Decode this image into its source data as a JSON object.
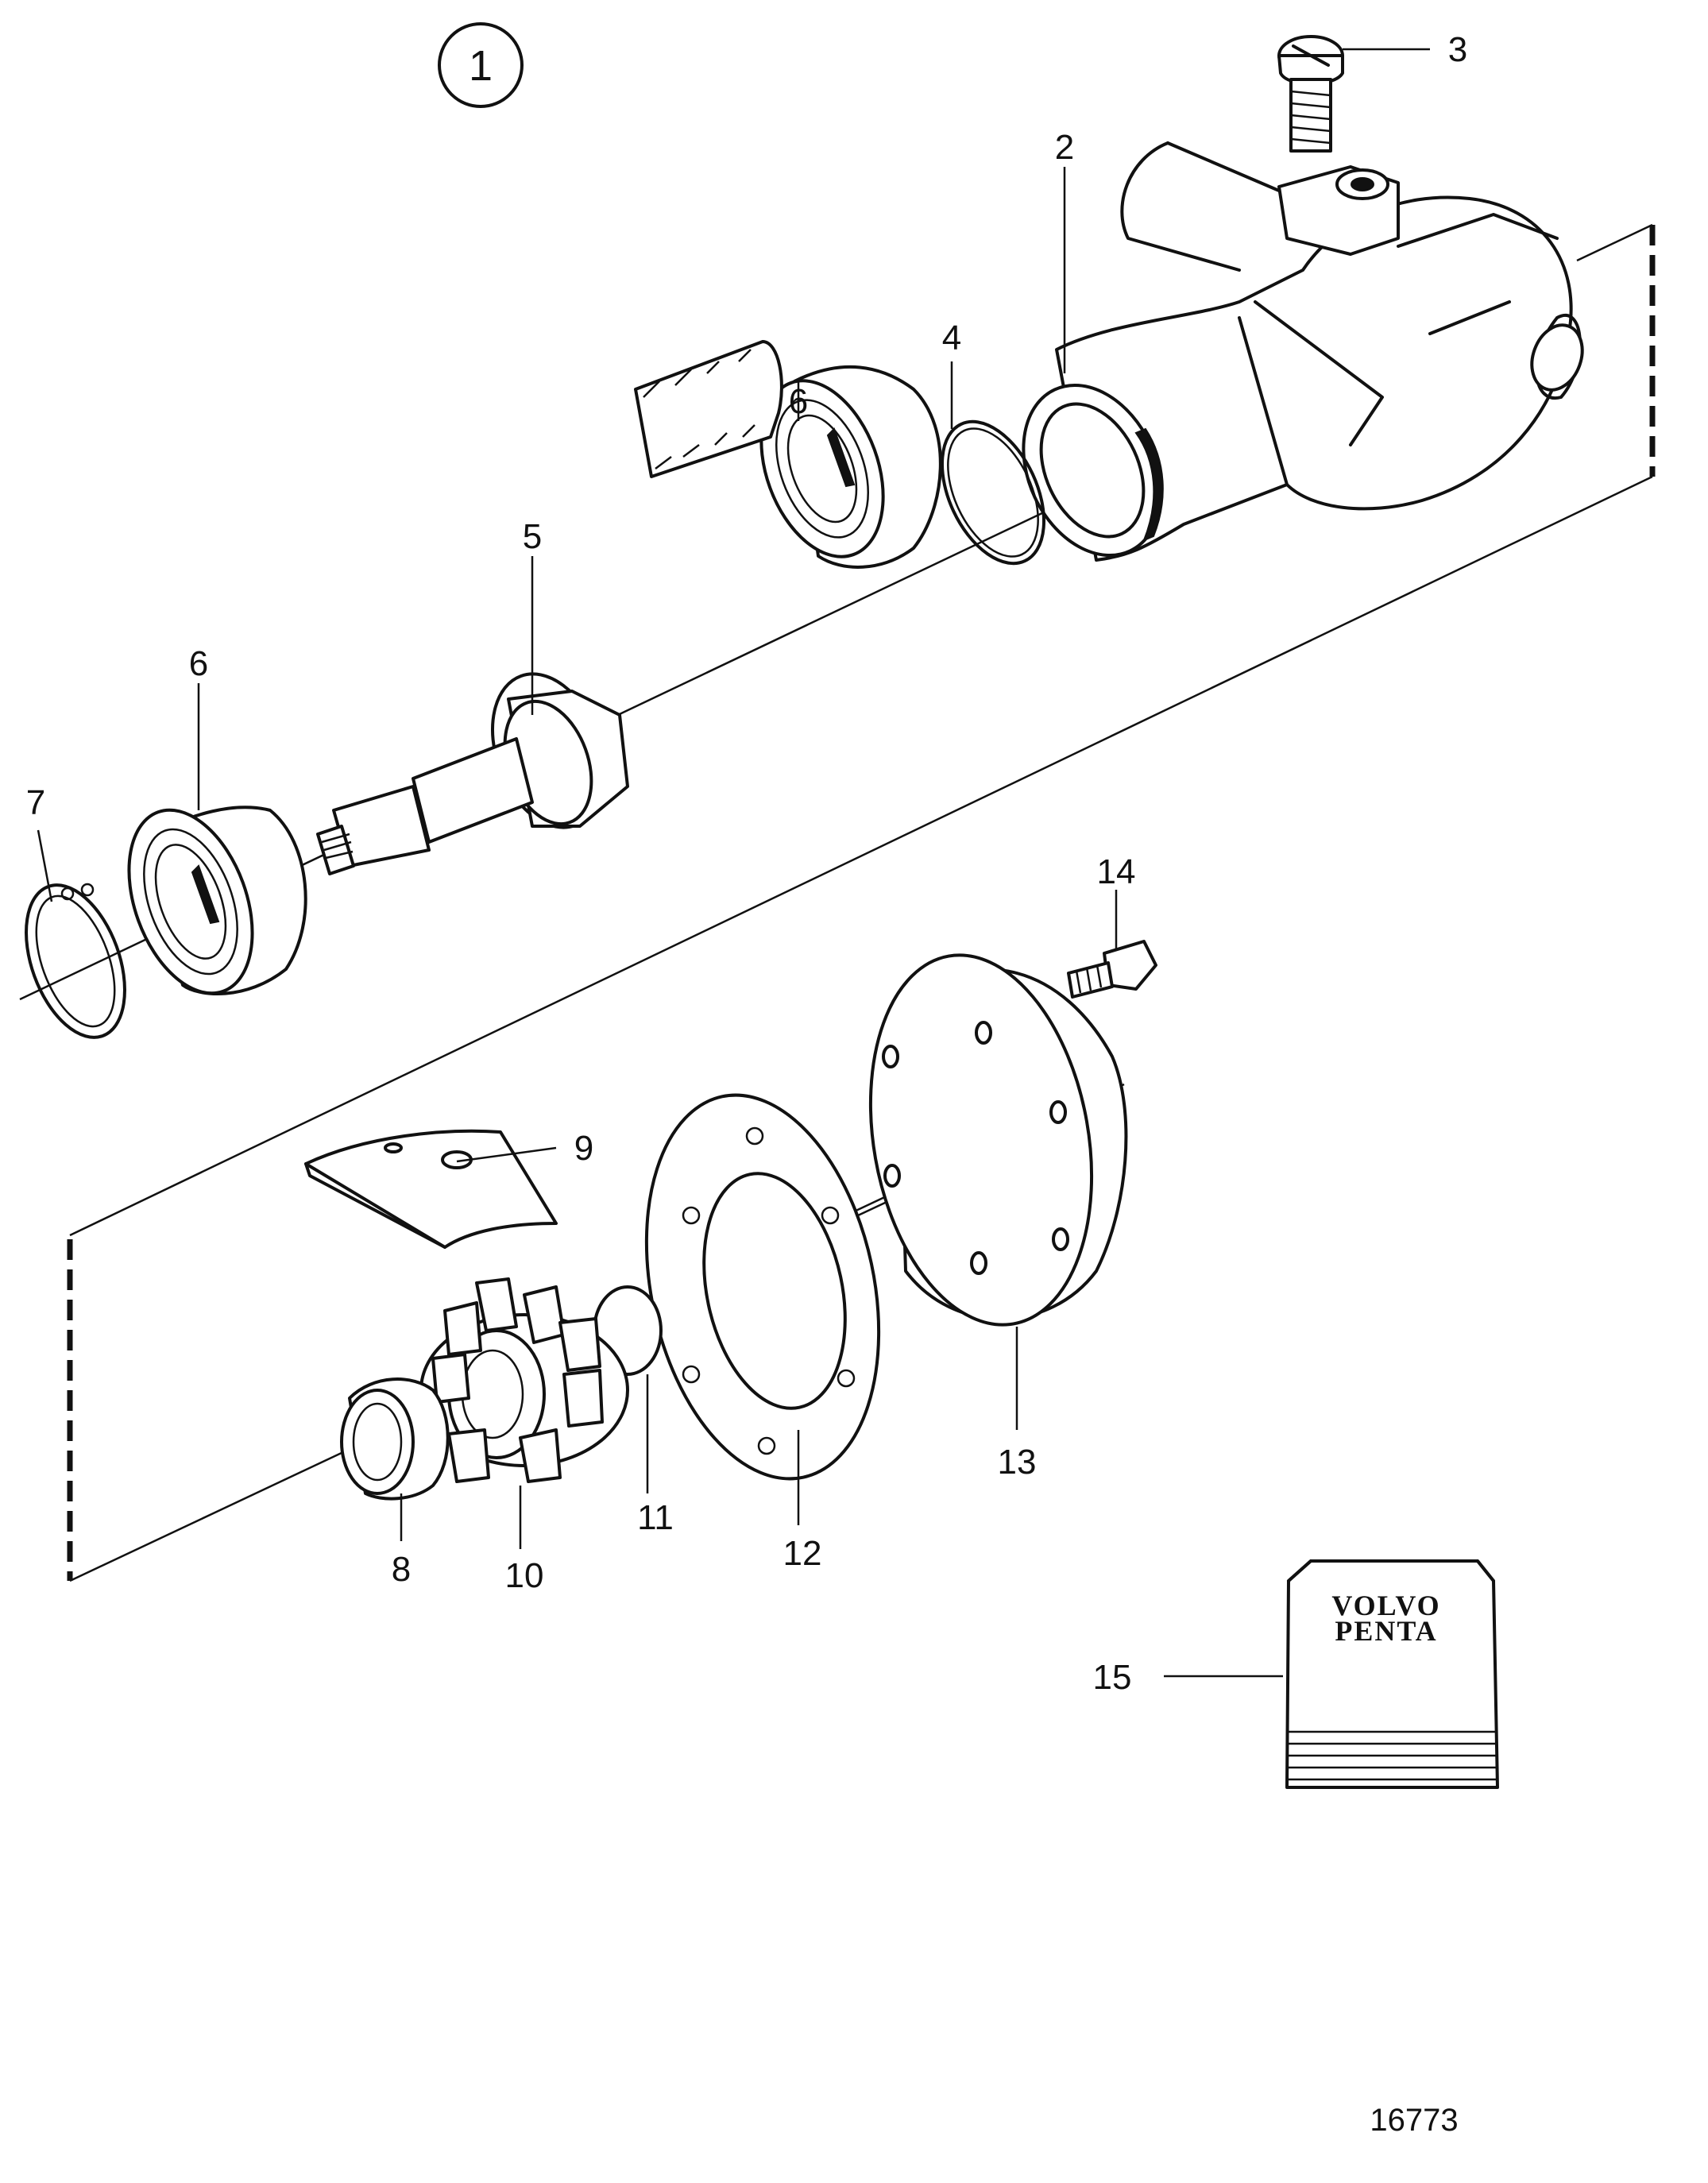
{
  "diagram": {
    "group_number": "1",
    "reference_number": "16773",
    "logo_text": [
      "VOLVO",
      "PENTA"
    ],
    "callouts": {
      "c2": "2",
      "c3": "3",
      "c4": "4",
      "c5": "5",
      "c6a": "6",
      "c6b": "6",
      "c7": "7",
      "c8": "8",
      "c9": "9",
      "c10": "10",
      "c11": "11",
      "c12": "12",
      "c13": "13",
      "c14": "14",
      "c15": "15"
    }
  }
}
